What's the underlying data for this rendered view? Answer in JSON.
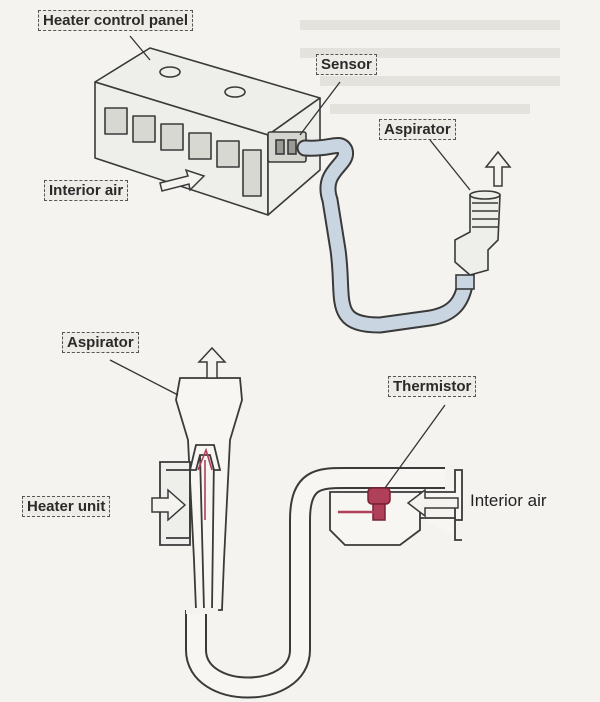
{
  "labels": {
    "heater_control_panel": "Heater control panel",
    "sensor": "Sensor",
    "aspirator_top": "Aspirator",
    "interior_air_top": "Interior air",
    "aspirator_bottom": "Aspirator",
    "thermistor": "Thermistor",
    "heater_unit": "Heater unit",
    "interior_air_bottom": "Interior air"
  },
  "colors": {
    "line": "#3a3a3a",
    "hose": "#c9d6e2",
    "thermistor": "#b0405a",
    "background": "#f4f3ef"
  }
}
